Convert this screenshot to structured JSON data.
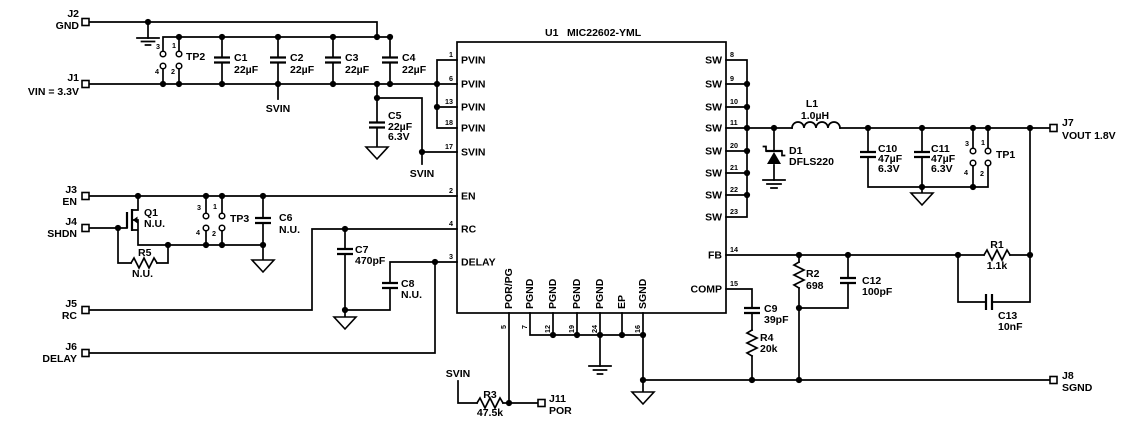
{
  "schematic": {
    "ic": {
      "ref": "U1",
      "part": "MIC22602-YML",
      "left_pins": [
        {
          "num": "1",
          "name": "PVIN"
        },
        {
          "num": "6",
          "name": "PVIN"
        },
        {
          "num": "13",
          "name": "PVIN"
        },
        {
          "num": "18",
          "name": "PVIN"
        },
        {
          "num": "17",
          "name": "SVIN"
        },
        {
          "num": "2",
          "name": "EN"
        },
        {
          "num": "4",
          "name": "RC"
        },
        {
          "num": "3",
          "name": "DELAY"
        }
      ],
      "right_pins": [
        {
          "num": "8",
          "name": "SW"
        },
        {
          "num": "9",
          "name": "SW"
        },
        {
          "num": "10",
          "name": "SW"
        },
        {
          "num": "11",
          "name": "SW"
        },
        {
          "num": "20",
          "name": "SW"
        },
        {
          "num": "21",
          "name": "SW"
        },
        {
          "num": "22",
          "name": "SW"
        },
        {
          "num": "23",
          "name": "SW"
        },
        {
          "num": "14",
          "name": "FB"
        },
        {
          "num": "15",
          "name": "COMP"
        }
      ],
      "bottom_pins": [
        {
          "num": "5",
          "name": "POR/PG"
        },
        {
          "num": "7",
          "name": "PGND"
        },
        {
          "num": "12",
          "name": "PGND"
        },
        {
          "num": "19",
          "name": "PGND"
        },
        {
          "num": "24",
          "name": "PGND"
        },
        {
          "num": "",
          "name": "EP"
        },
        {
          "num": "16",
          "name": "SGND"
        }
      ]
    },
    "connectors": {
      "j1": {
        "ref": "J1",
        "label": "VIN = 3.3V"
      },
      "j2": {
        "ref": "J2",
        "label": "GND"
      },
      "j3": {
        "ref": "J3",
        "label": "EN"
      },
      "j4": {
        "ref": "J4",
        "label": "SHDN"
      },
      "j5": {
        "ref": "J5",
        "label": "RC"
      },
      "j6": {
        "ref": "J6",
        "label": "DELAY"
      },
      "j7": {
        "ref": "J7",
        "label": "VOUT 1.8V"
      },
      "j8": {
        "ref": "J8",
        "label": "SGND"
      },
      "j11": {
        "ref": "J11",
        "label": "POR"
      }
    },
    "test_points": {
      "tp1": {
        "ref": "TP1",
        "pins": [
          "3",
          "1",
          "4",
          "2"
        ]
      },
      "tp2": {
        "ref": "TP2",
        "pins": [
          "3",
          "1",
          "4",
          "2"
        ]
      },
      "tp3": {
        "ref": "TP3",
        "pins": [
          "3",
          "1",
          "4",
          "2"
        ]
      }
    },
    "components": {
      "c1": {
        "ref": "C1",
        "value": "22µF"
      },
      "c2": {
        "ref": "C2",
        "value": "22µF"
      },
      "c3": {
        "ref": "C3",
        "value": "22µF"
      },
      "c4": {
        "ref": "C4",
        "value": "22µF"
      },
      "c5": {
        "ref": "C5",
        "value": "22µF",
        "rating": "6.3V"
      },
      "c6": {
        "ref": "C6",
        "value": "N.U."
      },
      "c7": {
        "ref": "C7",
        "value": "470pF"
      },
      "c8": {
        "ref": "C8",
        "value": "N.U."
      },
      "c9": {
        "ref": "C9",
        "value": "39pF"
      },
      "c10": {
        "ref": "C10",
        "value": "47µF",
        "rating": "6.3V"
      },
      "c11": {
        "ref": "C11",
        "value": "47µF",
        "rating": "6.3V"
      },
      "c12": {
        "ref": "C12",
        "value": "100pF"
      },
      "c13": {
        "ref": "C13",
        "value": "10nF"
      },
      "r1": {
        "ref": "R1",
        "value": "1.1k"
      },
      "r2": {
        "ref": "R2",
        "value": "698"
      },
      "r3": {
        "ref": "R3",
        "value": "47.5k"
      },
      "r4": {
        "ref": "R4",
        "value": "20k"
      },
      "r5": {
        "ref": "R5",
        "value": "N.U."
      },
      "l1": {
        "ref": "L1",
        "value": "1.0µH"
      },
      "d1": {
        "ref": "D1",
        "value": "DFLS220"
      },
      "q1": {
        "ref": "Q1",
        "value": "N.U."
      }
    },
    "net_labels": {
      "svin": "SVIN"
    }
  }
}
